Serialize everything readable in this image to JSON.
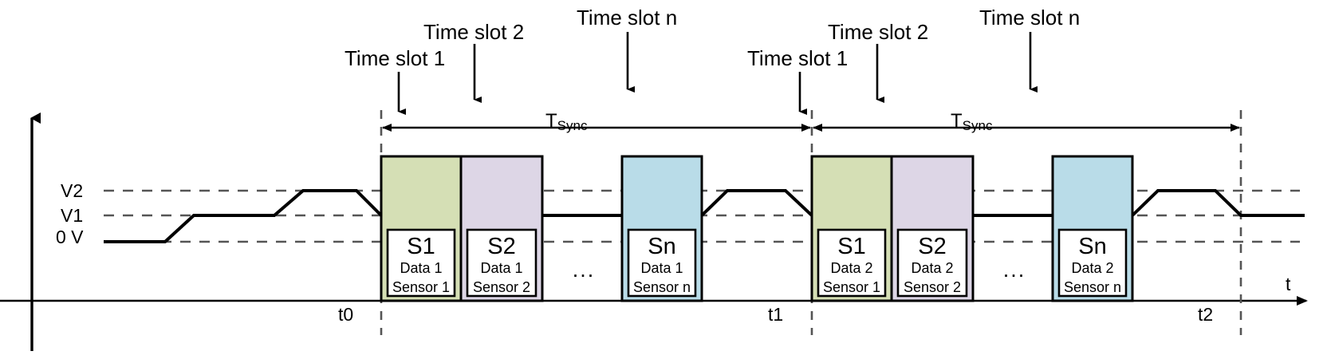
{
  "diagram": {
    "title_text": "",
    "axis": {
      "time_axis_label": "t",
      "voltage_levels": [
        {
          "name": "V2",
          "label": "V2"
        },
        {
          "name": "V1",
          "label": "V1"
        },
        {
          "name": "0V",
          "label": "0 V"
        }
      ],
      "time_ticks": [
        {
          "name": "t0",
          "label": "t0"
        },
        {
          "name": "t1",
          "label": "t1"
        },
        {
          "name": "t2",
          "label": "t2"
        }
      ]
    },
    "period_label": {
      "base": "T",
      "sub": "Sync"
    },
    "slot_callouts": [
      {
        "label": "Time slot 1"
      },
      {
        "label": "Time slot 2"
      },
      {
        "label": "Time slot n"
      },
      {
        "label": "Time slot 1"
      },
      {
        "label": "Time slot 2"
      },
      {
        "label": "Time slot n"
      }
    ],
    "ellipsis": "...",
    "slots": [
      {
        "id": "p1-s1",
        "name": "S1",
        "line1": "Data 1",
        "line2": "Sensor 1",
        "color": "#d5dfb5"
      },
      {
        "id": "p1-s2",
        "name": "S2",
        "line1": "Data 1",
        "line2": "Sensor 2",
        "color": "#ddd6e6"
      },
      {
        "id": "p1-sn",
        "name": "Sn",
        "line1": "Data 1",
        "line2": "Sensor n",
        "color": "#b9dce8"
      },
      {
        "id": "p2-s1",
        "name": "S1",
        "line1": "Data 2",
        "line2": "Sensor 1",
        "color": "#d5dfb5"
      },
      {
        "id": "p2-s2",
        "name": "S2",
        "line1": "Data 2",
        "line2": "Sensor 2",
        "color": "#ddd6e6"
      },
      {
        "id": "p2-sn",
        "name": "Sn",
        "line1": "Data 2",
        "line2": "Sensor n",
        "color": "#b9dce8"
      }
    ],
    "colors": {
      "stroke": "#000000",
      "dashed": "#555555",
      "green": "#d5dfb5",
      "lavender": "#ddd6e6",
      "blue": "#b9dce8",
      "background": "#ffffff"
    }
  }
}
